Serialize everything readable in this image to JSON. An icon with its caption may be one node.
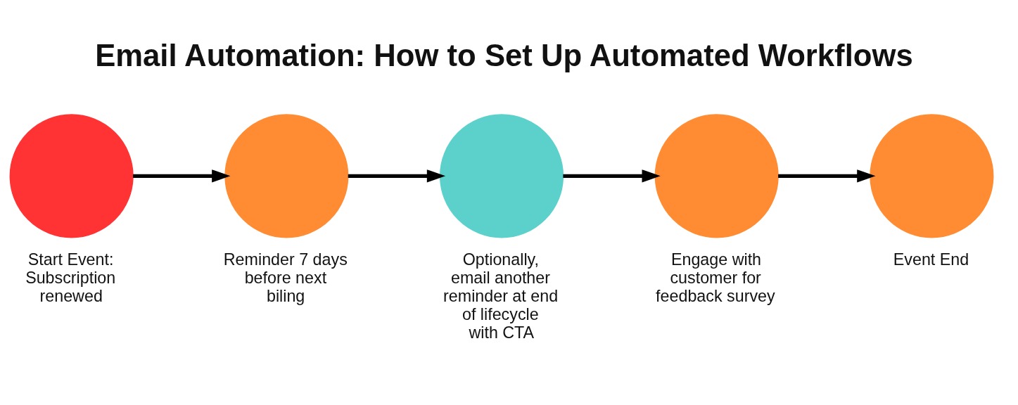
{
  "diagram": {
    "title": "Email Automation: How to Set Up Automated Workflows",
    "nodes": [
      {
        "text": [
          "Start Event: Subscription renewed"
        ]
      },
      {
        "text": [
          "Reminder 7 days before next biling"
        ]
      },
      {
        "text": [
          "Optionally, email another reminder at end of lifecycle with CTA"
        ]
      },
      {
        "text": [
          "Engage with customer for feedback survey"
        ]
      },
      {
        "text": [
          "Event End"
        ]
      }
    ],
    "edges": [
      {
        "from": 0,
        "to": 1,
        "arrow": "to"
      },
      {
        "from": 1,
        "to": 2,
        "arrow": "to"
      },
      {
        "from": 2,
        "to": 3,
        "arrow": "to"
      },
      {
        "from": 3,
        "to": 4,
        "arrow": "to"
      }
    ]
  }
}
